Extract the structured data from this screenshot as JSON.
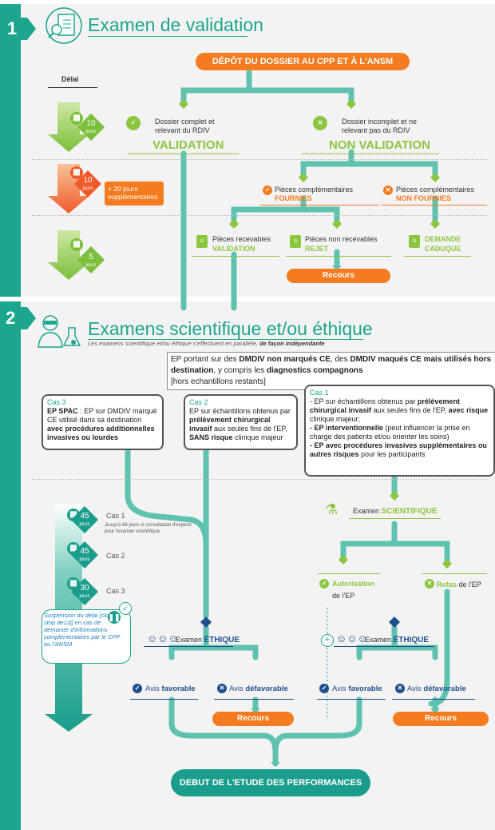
{
  "step1": {
    "number": "1",
    "title": "Examen de validation",
    "delai_label": "Délai",
    "depot": "DÉPÔT DU DOSSIER AU CPP ET À L'ANSM",
    "complet_text": "Dossier complet et relevant du RDIV",
    "complet_status": "VALIDATION",
    "incomplet_text": "Dossier incomplet et ne relevant pas du RDIV",
    "incomplet_status": "NON VALIDATION",
    "timer1": {
      "num": "10",
      "unit": "jours"
    },
    "timer2": {
      "num": "10",
      "unit": "jours"
    },
    "timer3": {
      "num": "5",
      "unit": "jours"
    },
    "extra_days": "+ 20 jours supplémentaires",
    "pieces_fournies_text": "Pièces complémentaires",
    "pieces_fournies_status": "FOURNIES",
    "pieces_non_fournies_text": "Pièces complémentaires",
    "pieces_non_fournies_status": "NON FOURNIES",
    "recevables_text": "Pièces recevables",
    "recevables_status": "VALIDATION",
    "non_recevables_text": "Pièces non recevables",
    "non_recevables_status": "REJET",
    "demande_status_1": "DEMANDE",
    "demande_status_2": "CADUQUE",
    "recours": "Recours"
  },
  "step2": {
    "number": "2",
    "title": "Examens scientifique et/ou éthique",
    "subtitle_a": "Les examens scientifique et/ou éthique s'effectuent en parallèle,",
    "subtitle_b": "de façon indépendante",
    "ep_top_1": "EP portant sur des ",
    "ep_top_2": "DMDIV non marqués CE",
    "ep_top_3": ", des ",
    "ep_top_4": "DMDIV maqués CE mais utilisés hors destination",
    "ep_top_5": ", y compris les ",
    "ep_top_6": "diagnostics compagnons",
    "ep_top_7": "[hors echantillons restants]",
    "cas3_title": "Cas 3",
    "cas3_a": "EP SPAC",
    "cas3_b": " : EP sur DMDIV marqué CE utilisé dans sa destination ",
    "cas3_c": "avec procédures additionnelles invasives ou lourdes",
    "cas2_title": "Cas 2",
    "cas2_a": "EP sur échantillons obtenus par ",
    "cas2_b": "prélèvement chirurgical invasif",
    "cas2_c": " aux seules fins de l'EP, ",
    "cas2_d": "SANS risque",
    "cas2_e": " clinique majeur",
    "cas1_title": "Cas 1",
    "cas1_a": "- EP sur échantillons obtenus par ",
    "cas1_b": "prélèvement chirurgical invasif",
    "cas1_c": " aux seules fins de l'EP, ",
    "cas1_d": "avec risque",
    "cas1_e": " clinique majeur;",
    "cas1_f": "- EP interventionnelle",
    "cas1_g": " (peut influencer la prise en charge des patients et/ou orienter les soins)",
    "cas1_h": "- EP avec procédures invasives supplémentaires ou autres risques",
    "cas1_i": " pour les participants",
    "timeline": [
      {
        "num": "45",
        "unit": "jours",
        "label": "Cas 1",
        "note": "Jusqu'à 66 jours si consultation d'experts pour l'examen scientifique"
      },
      {
        "num": "45",
        "unit": "jours",
        "label": "Cas 2",
        "note": ""
      },
      {
        "num": "30",
        "unit": "jours",
        "label": "Cas 3",
        "note": ""
      }
    ],
    "suspension": "Suspension du délai [clock stop de12j] en cas de demande d'informations complémentaires par le CPP ou l'ANSM",
    "examen_prefix": "Examen",
    "scientifique": "SCIENTIFIQUE",
    "ethique": "ÉTHIQUE",
    "autorisation_a": "Autorisation",
    "autorisation_b": "de l'EP",
    "refus_a": "Refus",
    "refus_b": " de l'EP",
    "avis_prefix": "Avis",
    "favorable": "favorable",
    "defavorable": "défavorable",
    "recours": "Recours",
    "debut": "DEBUT DE L'ETUDE DES PERFORMANCES"
  },
  "colors": {
    "teal": "#1ba68d",
    "orange": "#f47b20",
    "green": "#8cc63f",
    "navy": "#1f4e8c"
  }
}
